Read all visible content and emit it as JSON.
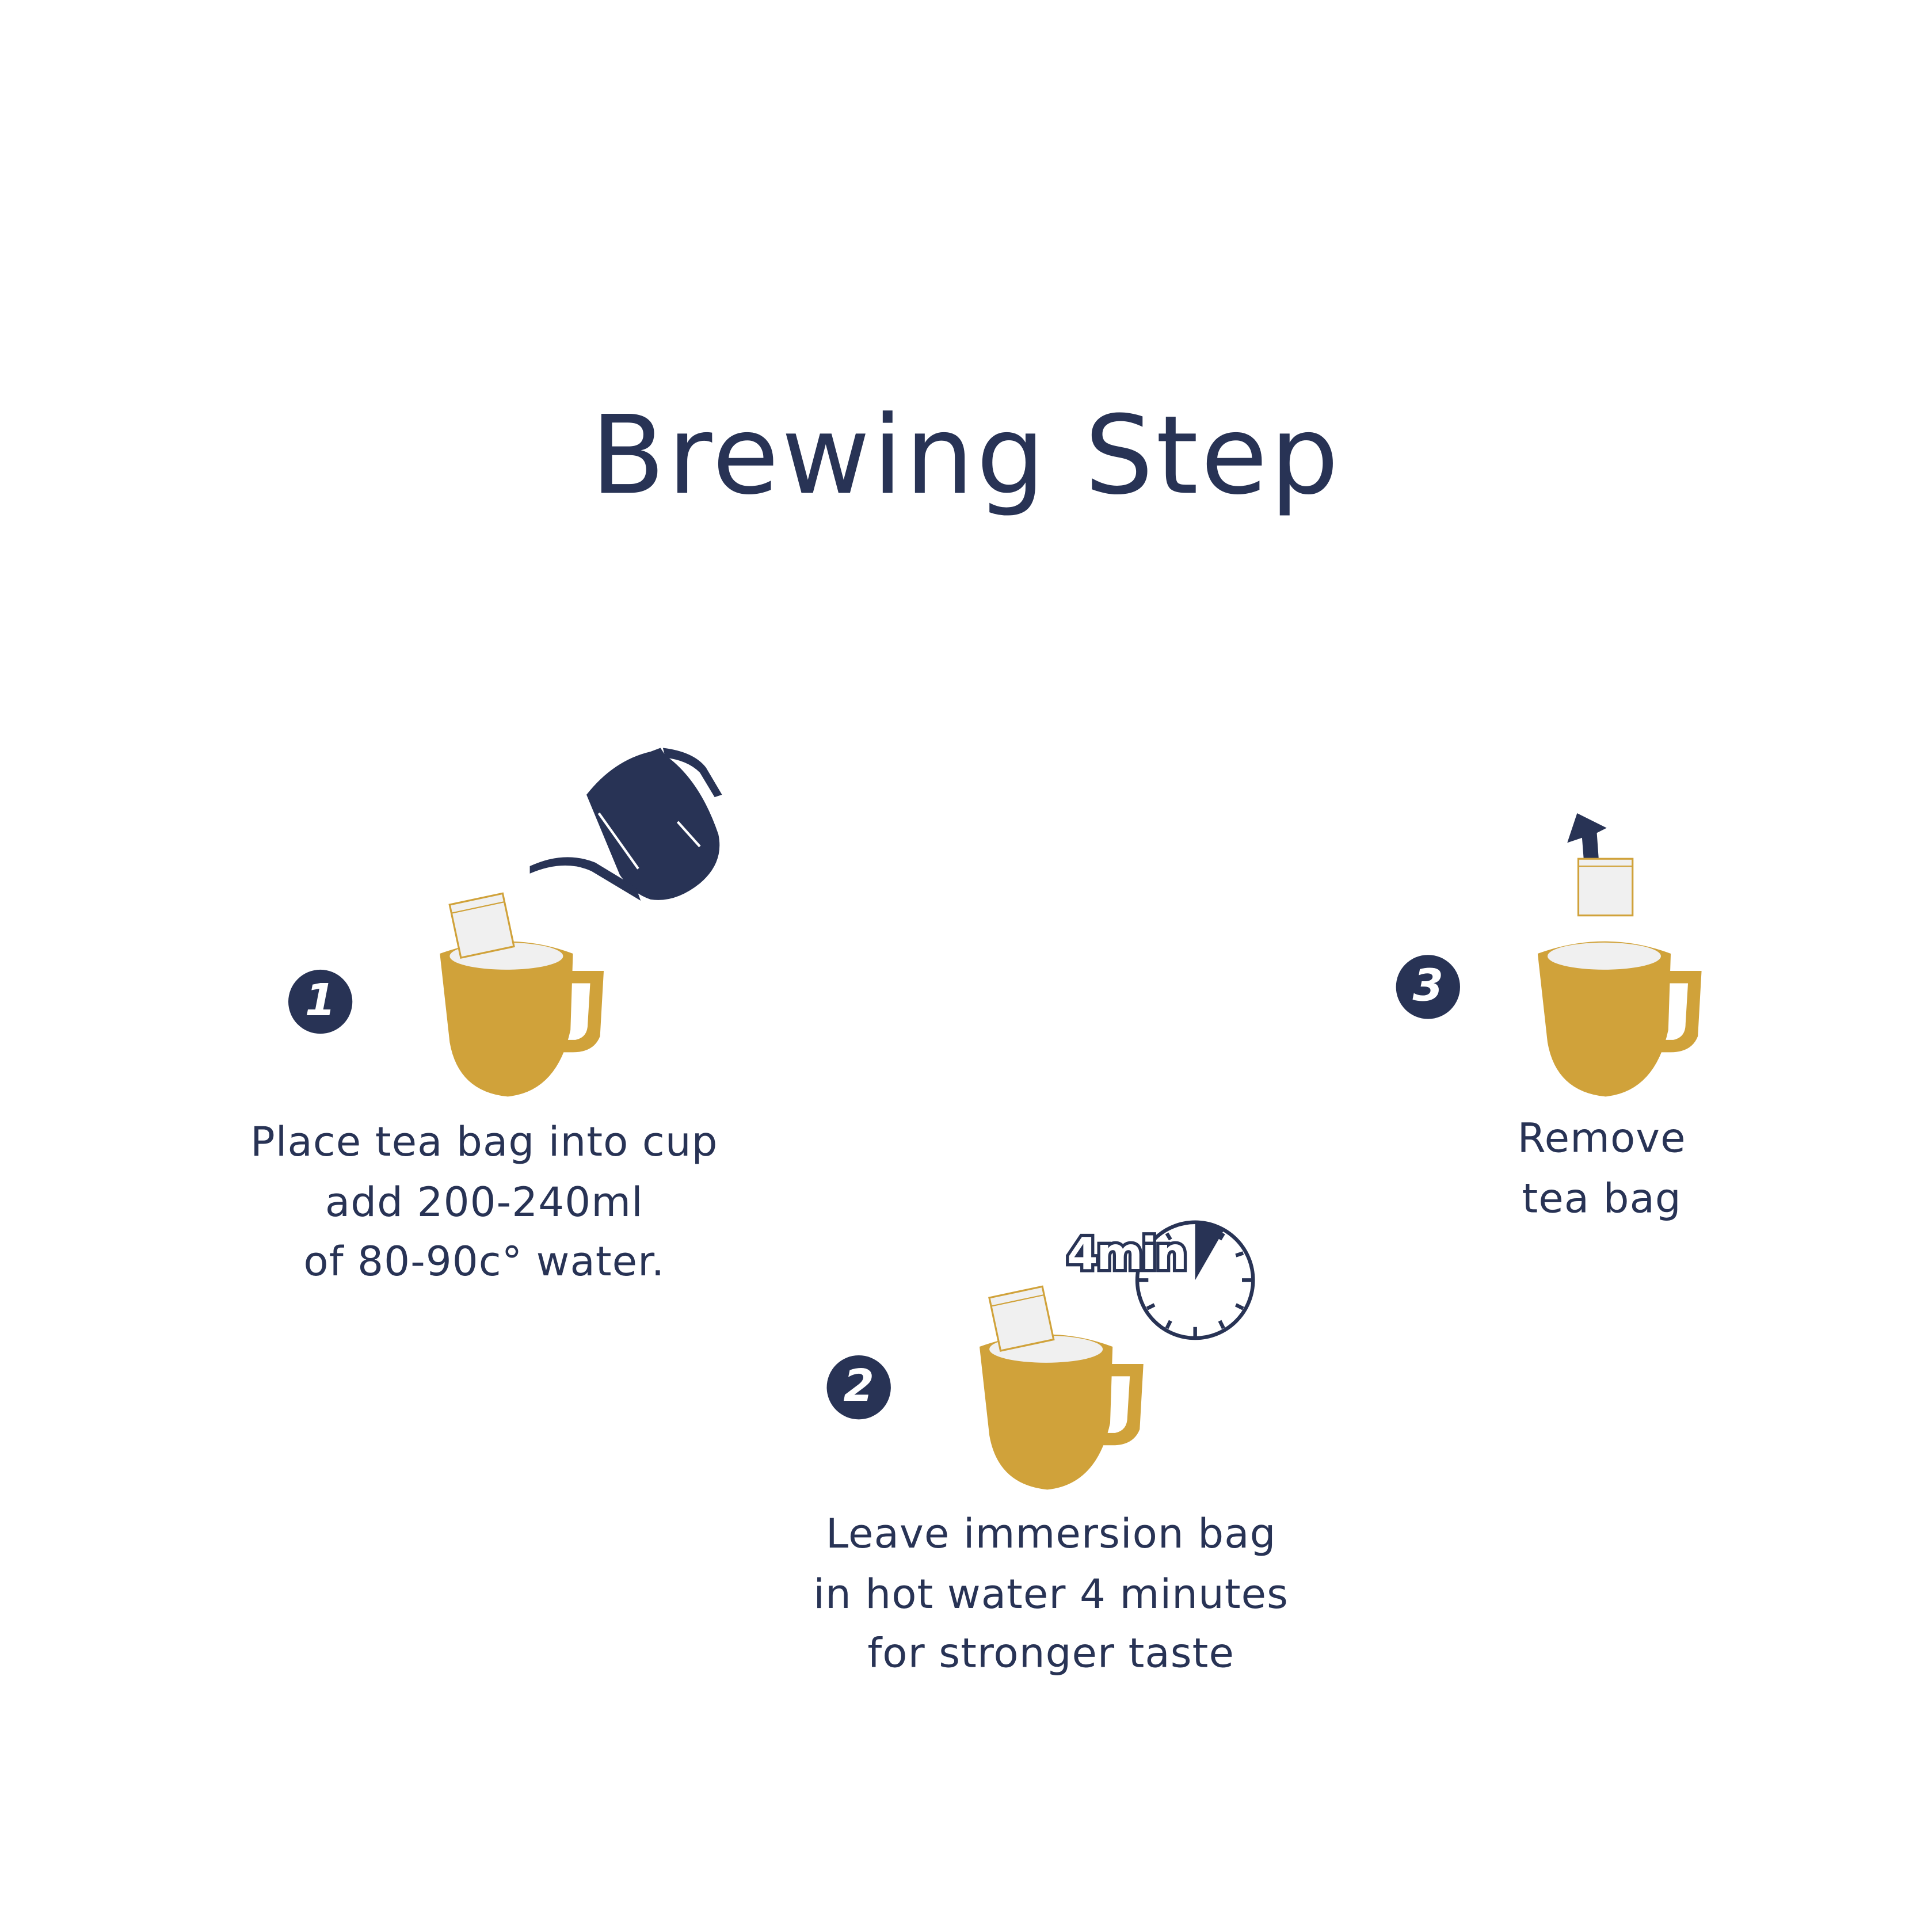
{
  "title": "Brewing Step",
  "colors": {
    "navy": "#283355",
    "gold": "#D0A23A",
    "water": "#F0F0F0"
  },
  "steps": [
    {
      "number": "1",
      "lines": [
        "Place tea bag into cup",
        "add 200-240ml",
        "of 80-90c° water."
      ],
      "icons": [
        "kettle-icon",
        "cup-icon",
        "tea-bag-icon"
      ]
    },
    {
      "number": "2",
      "lines": [
        "Leave immersion bag",
        "in hot water 4 minutes",
        "for stronger taste"
      ],
      "icons": [
        "timer-icon",
        "cup-icon",
        "tea-bag-icon"
      ],
      "timer_label": "4min",
      "timer_fraction": 0.067
    },
    {
      "number": "3",
      "lines": [
        "Remove",
        "tea bag"
      ],
      "icons": [
        "arrow-up-icon",
        "cup-icon",
        "tea-bag-icon"
      ]
    }
  ]
}
